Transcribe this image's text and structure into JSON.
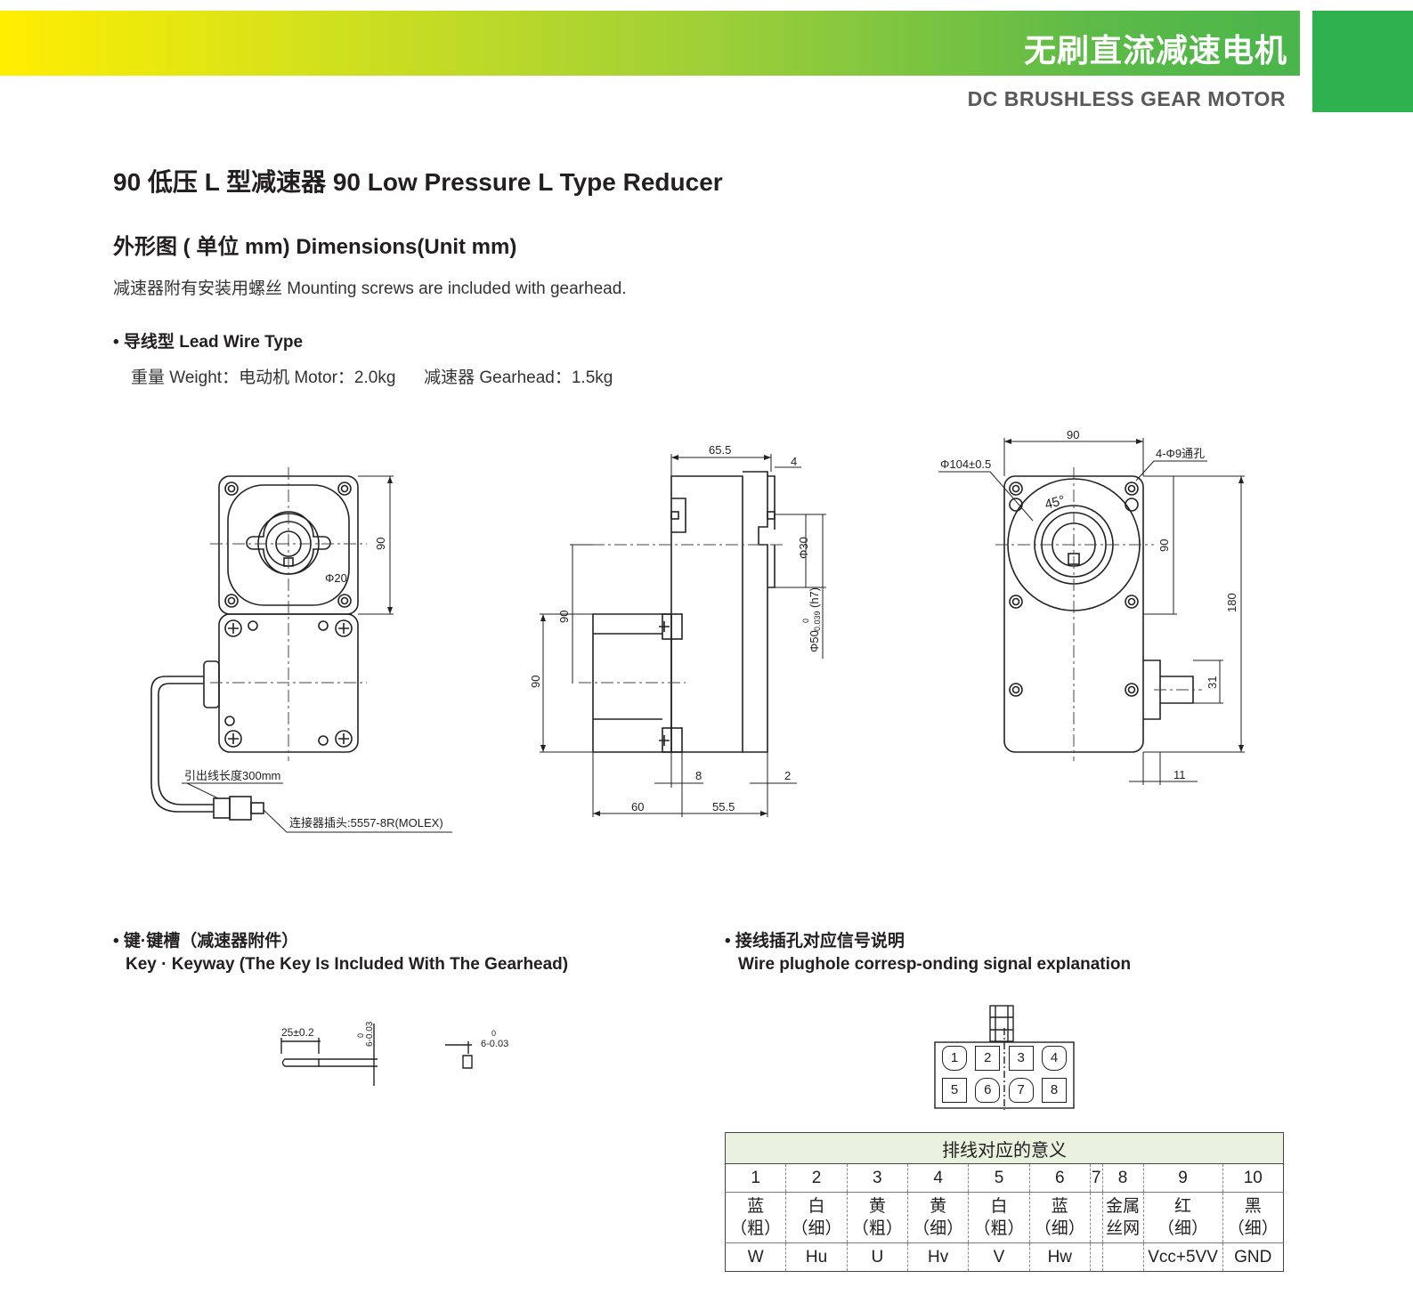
{
  "header": {
    "title_cn": "无刷直流减速电机",
    "title_en": "DC BRUSHLESS GEAR MOTOR"
  },
  "section": {
    "title": "90 低压 L 型减速器 90 Low Pressure L Type Reducer",
    "dimensions_heading": "外形图 ( 单位 mm) Dimensions(Unit mm)",
    "mounting_note": "减速器附有安装用螺丝 Mounting screws are included with gearhead.",
    "lead_wire_heading": "• 导线型 Lead Wire Type",
    "weight_line": "重量 Weight：电动机 Motor：2.0kg      减速器 Gearhead：1.5kg"
  },
  "drawing": {
    "front": {
      "dim_90": "90",
      "dim_phi20": "Φ20",
      "lead_length": "引出线长度300mm",
      "connector": "连接器插头:5557-8R(MOLEX)"
    },
    "side": {
      "dim_65_5": "65.5",
      "dim_4": "4",
      "dim_phi30": "Φ30",
      "dim_phi50": "Φ50",
      "tol_phi50": "(h7)",
      "tol_zero": "0",
      "tol_neg": "-0.039",
      "dim_90a": "90",
      "dim_90b": "90",
      "dim_8": "8",
      "dim_2": "2",
      "dim_60": "60",
      "dim_55_5": "55.5"
    },
    "end": {
      "dim_90top": "90",
      "dim_phi104": "Φ104±0.5",
      "holes": "4-Φ9通孔",
      "angle": "45°",
      "dim_90": "90",
      "dim_180": "180",
      "dim_31": "31",
      "dim_11": "11"
    },
    "key": {
      "len": "25±0.2",
      "tol_zero": "0",
      "tol_w": "6-0.03"
    }
  },
  "key_section": {
    "heading_cn": "• 键·键槽（减速器附件）",
    "heading_en": "Key · Keyway (The Key Is Included With The Gearhead)"
  },
  "wire_section": {
    "heading_cn": "• 接线插孔对应信号说明",
    "heading_en": "Wire plughole corresp-onding signal explanation",
    "pins_top": [
      "1",
      "2",
      "3",
      "4"
    ],
    "pins_bottom": [
      "5",
      "6",
      "7",
      "8"
    ]
  },
  "signal_table": {
    "title": "排线对应的意义",
    "columns": [
      {
        "no": "1",
        "c1": "蓝",
        "c2": "（粗）",
        "sig": "W"
      },
      {
        "no": "2",
        "c1": "白",
        "c2": "（细）",
        "sig": "Hu"
      },
      {
        "no": "3",
        "c1": "黄",
        "c2": "（粗）",
        "sig": "U"
      },
      {
        "no": "4",
        "c1": "黄",
        "c2": "（细）",
        "sig": "Hv"
      },
      {
        "no": "5",
        "c1": "白",
        "c2": "（粗）",
        "sig": "V"
      },
      {
        "no": "6",
        "c1": "蓝",
        "c2": "（细）",
        "sig": "Hw"
      },
      {
        "no": "7",
        "c1": "",
        "c2": "",
        "sig": ""
      },
      {
        "no": "8",
        "c1": "金属",
        "c2": "丝网",
        "sig": ""
      },
      {
        "no": "9",
        "c1": "红",
        "c2": "（细）",
        "sig": "Vcc+5VV"
      },
      {
        "no": "10",
        "c1": "黑",
        "c2": "（细）",
        "sig": "GND"
      }
    ]
  }
}
